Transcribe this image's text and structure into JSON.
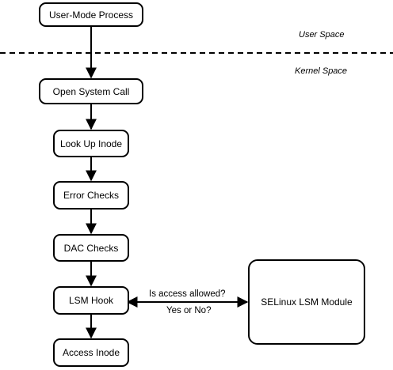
{
  "zones": {
    "user_space": "User Space",
    "kernel_space": "Kernel Space"
  },
  "nodes": {
    "user_process": "User-Mode Process",
    "open_syscall": "Open System Call",
    "lookup_inode": "Look Up Inode",
    "error_checks": "Error Checks",
    "dac_checks": "DAC Checks",
    "lsm_hook": "LSM Hook",
    "access_inode": "Access Inode",
    "selinux_module": "SELinux LSM Module"
  },
  "edges": {
    "query": "Is access allowed?",
    "reply": "Yes or No?"
  }
}
